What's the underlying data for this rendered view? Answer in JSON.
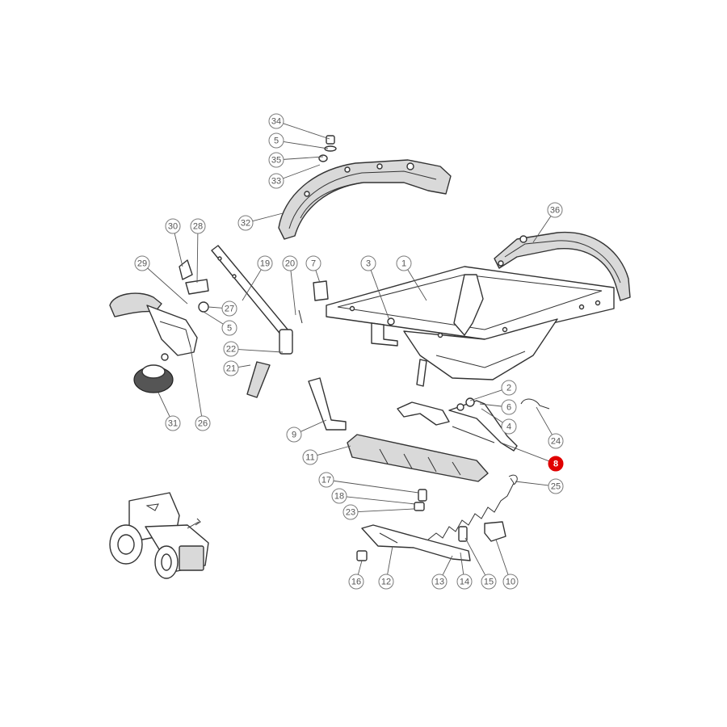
{
  "diagram": {
    "highlighted_part": "8",
    "callouts": [
      {
        "id": "34",
        "label": "34"
      },
      {
        "id": "5a",
        "label": "5"
      },
      {
        "id": "35",
        "label": "35"
      },
      {
        "id": "33",
        "label": "33"
      },
      {
        "id": "32",
        "label": "32"
      },
      {
        "id": "36",
        "label": "36"
      },
      {
        "id": "30",
        "label": "30"
      },
      {
        "id": "28",
        "label": "28"
      },
      {
        "id": "29",
        "label": "29"
      },
      {
        "id": "27",
        "label": "27"
      },
      {
        "id": "5b",
        "label": "5"
      },
      {
        "id": "19",
        "label": "19"
      },
      {
        "id": "20",
        "label": "20"
      },
      {
        "id": "7",
        "label": "7"
      },
      {
        "id": "3",
        "label": "3"
      },
      {
        "id": "1",
        "label": "1"
      },
      {
        "id": "22",
        "label": "22"
      },
      {
        "id": "21",
        "label": "21"
      },
      {
        "id": "31",
        "label": "31"
      },
      {
        "id": "26",
        "label": "26"
      },
      {
        "id": "9",
        "label": "9"
      },
      {
        "id": "11",
        "label": "11"
      },
      {
        "id": "2",
        "label": "2"
      },
      {
        "id": "6",
        "label": "6"
      },
      {
        "id": "4",
        "label": "4"
      },
      {
        "id": "24",
        "label": "24"
      },
      {
        "id": "8",
        "label": "8"
      },
      {
        "id": "25",
        "label": "25"
      },
      {
        "id": "17",
        "label": "17"
      },
      {
        "id": "18",
        "label": "18"
      },
      {
        "id": "23",
        "label": "23"
      },
      {
        "id": "16",
        "label": "16"
      },
      {
        "id": "12",
        "label": "12"
      },
      {
        "id": "13",
        "label": "13"
      },
      {
        "id": "14",
        "label": "14"
      },
      {
        "id": "15",
        "label": "15"
      },
      {
        "id": "10",
        "label": "10"
      }
    ]
  }
}
